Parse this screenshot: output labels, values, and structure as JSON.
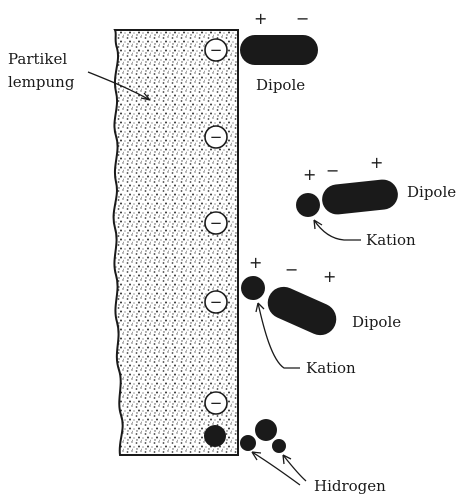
{
  "labels": {
    "particle_line1": "Partikel",
    "particle_line2": "lempung",
    "dipole_1": "Dipole",
    "dipole_2": "Dipole",
    "dipole_3": "Dipole",
    "cation_1": "Kation",
    "cation_2": "Kation",
    "hydrogen": "Hidrogen"
  },
  "signs": {
    "plus": "+",
    "minus": "−"
  },
  "colors": {
    "ink": "#1a1a1a",
    "speckle": "#4a4a4a",
    "background": "#ffffff"
  }
}
